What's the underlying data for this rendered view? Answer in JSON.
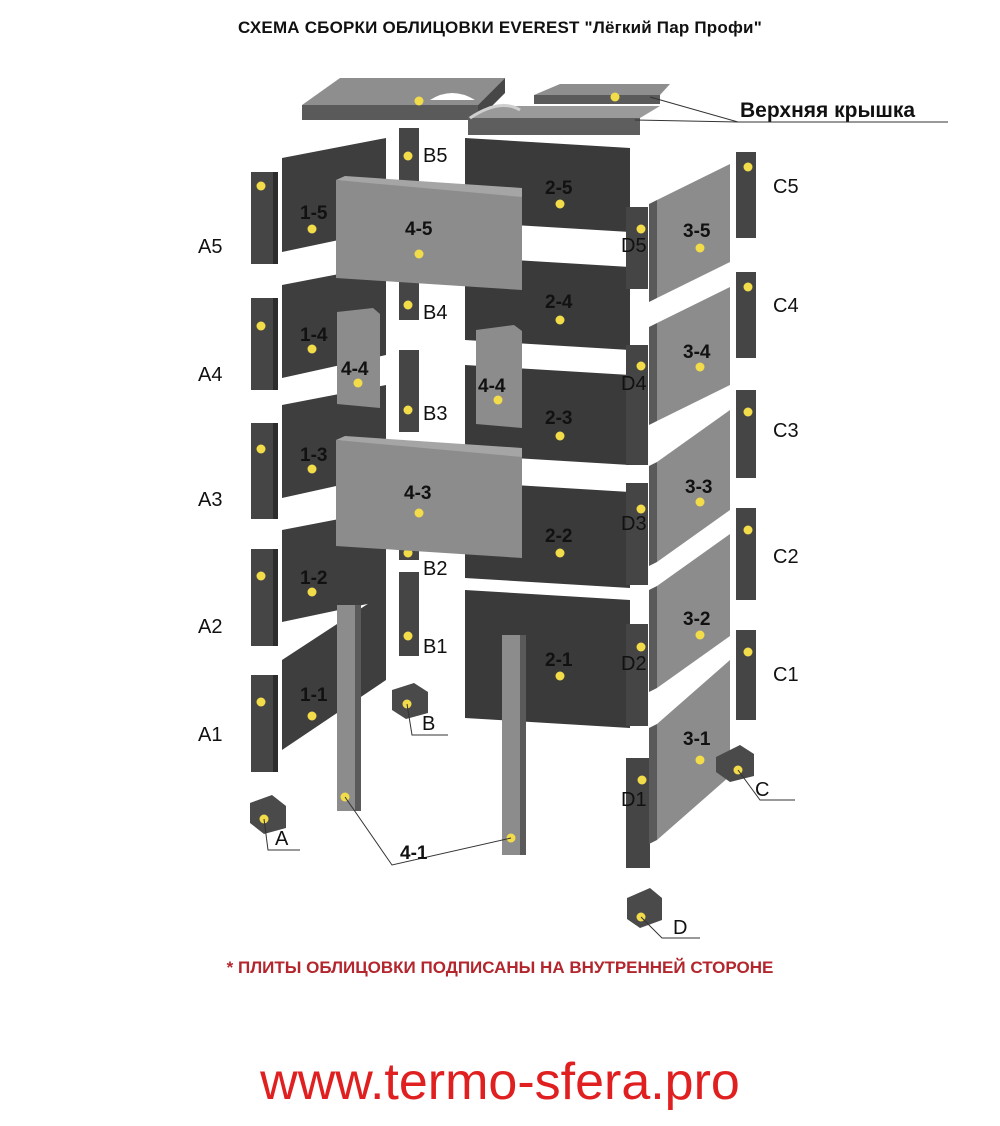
{
  "title": "СХЕМА СБОРКИ ОБЛИЦОВКИ  EVEREST \"Лёгкий Пар Профи\"",
  "top_cover_label": "Верхняя крышка",
  "note": "* ПЛИТЫ ОБЛИЦОВКИ ПОДПИСАНЫ НА ВНУТРЕННЕЙ СТОРОНЕ",
  "website": "www.termo-sfera.pro",
  "colors": {
    "panel_dark": "#3d3d3d",
    "panel_mid": "#555555",
    "panel_light": "#8c8c8c",
    "dot": "#f2dc4a",
    "note": "#b3262d",
    "website": "#e02020"
  },
  "labels": {
    "A": "A",
    "A1": "A1",
    "A2": "A2",
    "A3": "A3",
    "A4": "A4",
    "A5": "A5",
    "B": "B",
    "B1": "B1",
    "B2": "B2",
    "B3": "B3",
    "B4": "B4",
    "B5": "B5",
    "C": "C",
    "C1": "C1",
    "C2": "C2",
    "C3": "C3",
    "C4": "C4",
    "C5": "C5",
    "D": "D",
    "D1": "D1",
    "D2": "D2",
    "D3": "D3",
    "D4": "D4",
    "D5": "D5",
    "p1_1": "1-1",
    "p1_2": "1-2",
    "p1_3": "1-3",
    "p1_4": "1-4",
    "p1_5": "1-5",
    "p2_1": "2-1",
    "p2_2": "2-2",
    "p2_3": "2-3",
    "p2_4": "2-4",
    "p2_5": "2-5",
    "p3_1": "3-1",
    "p3_2": "3-2",
    "p3_3": "3-3",
    "p3_4": "3-4",
    "p3_5": "3-5",
    "p4_1": "4-1",
    "p4_3": "4-3",
    "p4_4a": "4-4",
    "p4_4b": "4-4",
    "p4_5": "4-5"
  }
}
